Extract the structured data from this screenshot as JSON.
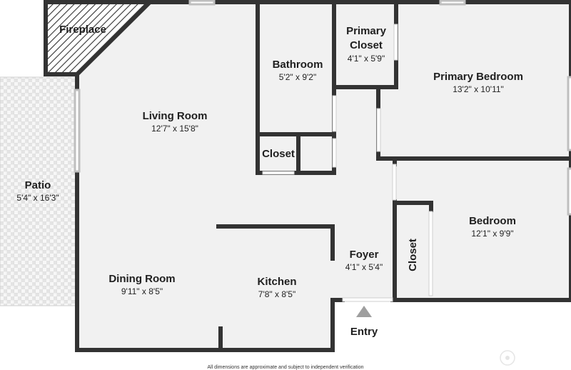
{
  "rooms": {
    "fireplace": {
      "name": "Fireplace"
    },
    "living_room": {
      "name": "Living Room",
      "dims": "12'7\" x 15'8\""
    },
    "bathroom": {
      "name": "Bathroom",
      "dims": "5'2\" x 9'2\""
    },
    "primary_closet": {
      "name_line1": "Primary",
      "name_line2": "Closet",
      "dims": "4'1\" x 5'9\""
    },
    "primary_bedroom": {
      "name": "Primary Bedroom",
      "dims": "13'2\" x 10'11\""
    },
    "closet_small": {
      "name": "Closet"
    },
    "patio": {
      "name": "Patio",
      "dims": "5'4\" x 16'3\""
    },
    "bedroom": {
      "name": "Bedroom",
      "dims": "12'1\" x 9'9\""
    },
    "foyer": {
      "name": "Foyer",
      "dims": "4'1\" x 5'4\""
    },
    "closet_bedroom": {
      "name": "Closet"
    },
    "dining_room": {
      "name": "Dining Room",
      "dims": "9'11\" x 8'5\""
    },
    "kitchen": {
      "name": "Kitchen",
      "dims": "7'8\" x 8'5\""
    }
  },
  "entry": {
    "label": "Entry"
  },
  "footer": {
    "disclaimer": "All dimensions are approximate and subject to independent verification"
  },
  "colors": {
    "wall": "#333333",
    "floor": "#f1f1f1",
    "patio_tile": "#e4e4e4",
    "arrow": "#9e9e9e"
  }
}
